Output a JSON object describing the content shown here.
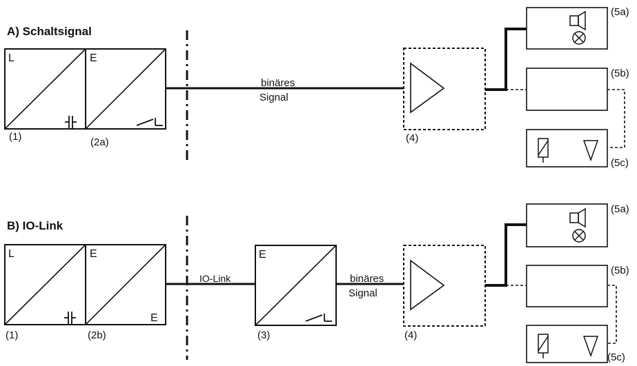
{
  "colors": {
    "line": "#111111",
    "background": "#ffffff"
  },
  "section_a": {
    "title": "A) Schaltsignal",
    "box1": {
      "top_letter": "L",
      "number": "(1)",
      "symbol": "capacitor-symbol"
    },
    "box2": {
      "top_letter": "E",
      "number": "(2a)",
      "symbol": "switch-symbol"
    },
    "signal": {
      "line1": "binäres",
      "line2": "Signal"
    },
    "amplifier": {
      "number": "(4)",
      "symbol": "amplifier-triangle-icon"
    },
    "outputs": [
      {
        "number": "(5a)",
        "symbol": "horn-and-lamp-icon"
      },
      {
        "number": "(5b)",
        "symbol": ""
      },
      {
        "number": "(5c)",
        "symbol": "relay-and-triangle-icon"
      }
    ]
  },
  "section_b": {
    "title": "B) IO-Link",
    "box1": {
      "top_letter": "L",
      "number": "(1)",
      "symbol": "capacitor-symbol"
    },
    "box2": {
      "top_letter": "E",
      "bottom_letter": "E",
      "number": "(2b)"
    },
    "link_label": "IO-Link",
    "box3": {
      "top_letter": "E",
      "number": "(3)",
      "symbol": "switch-symbol"
    },
    "signal": {
      "line1": "binäres",
      "line2": "Signal"
    },
    "amplifier": {
      "number": "(4)",
      "symbol": "amplifier-triangle-icon"
    },
    "outputs": [
      {
        "number": "(5a)",
        "symbol": "horn-and-lamp-icon"
      },
      {
        "number": "(5b)",
        "symbol": ""
      },
      {
        "number": "(5c)",
        "symbol": "relay-and-triangle-icon"
      }
    ]
  }
}
